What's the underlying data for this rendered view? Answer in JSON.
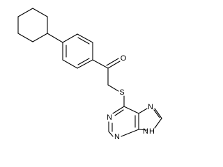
{
  "molecule": {
    "atoms": {
      "oxygen": "O",
      "sulfur": "S",
      "n1": "N",
      "n3": "N",
      "n7": "N",
      "n9h": "N",
      "n9h_hydrogen": "H"
    }
  }
}
